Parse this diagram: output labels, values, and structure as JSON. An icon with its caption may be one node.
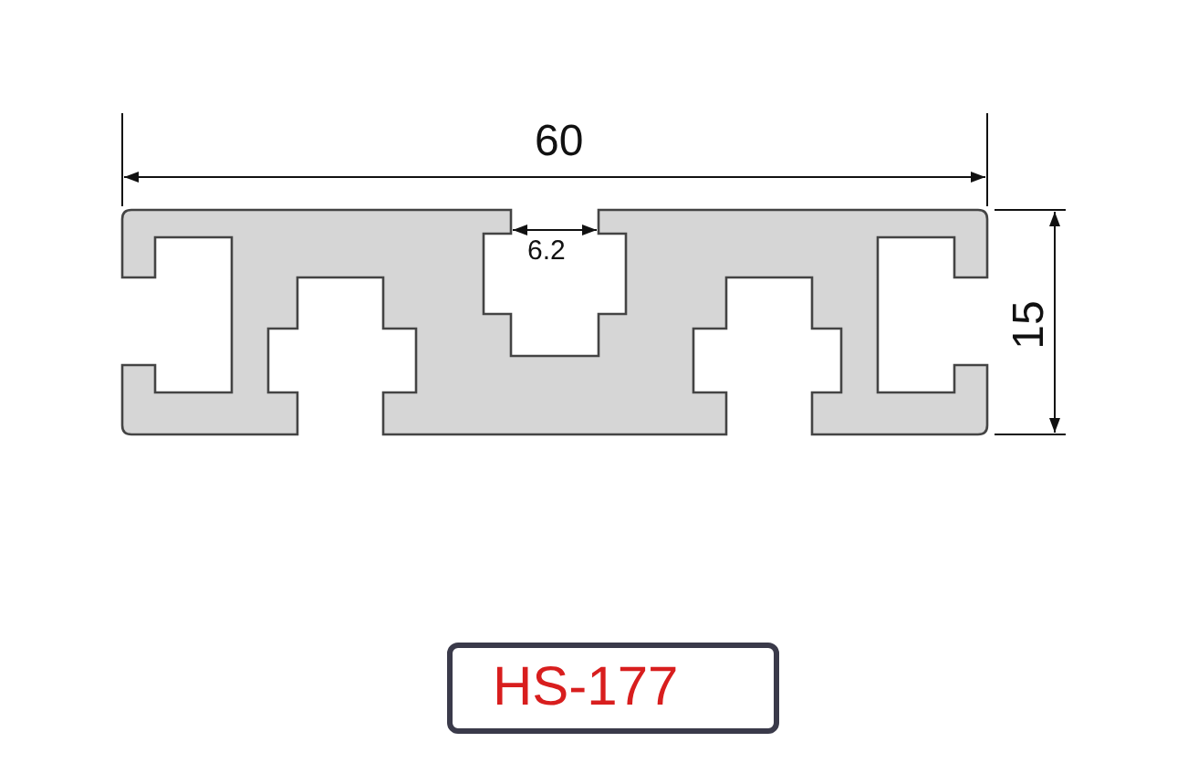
{
  "diagram": {
    "labels": [
      "60",
      "6.2",
      "15",
      "HS-177"
    ]
  }
}
